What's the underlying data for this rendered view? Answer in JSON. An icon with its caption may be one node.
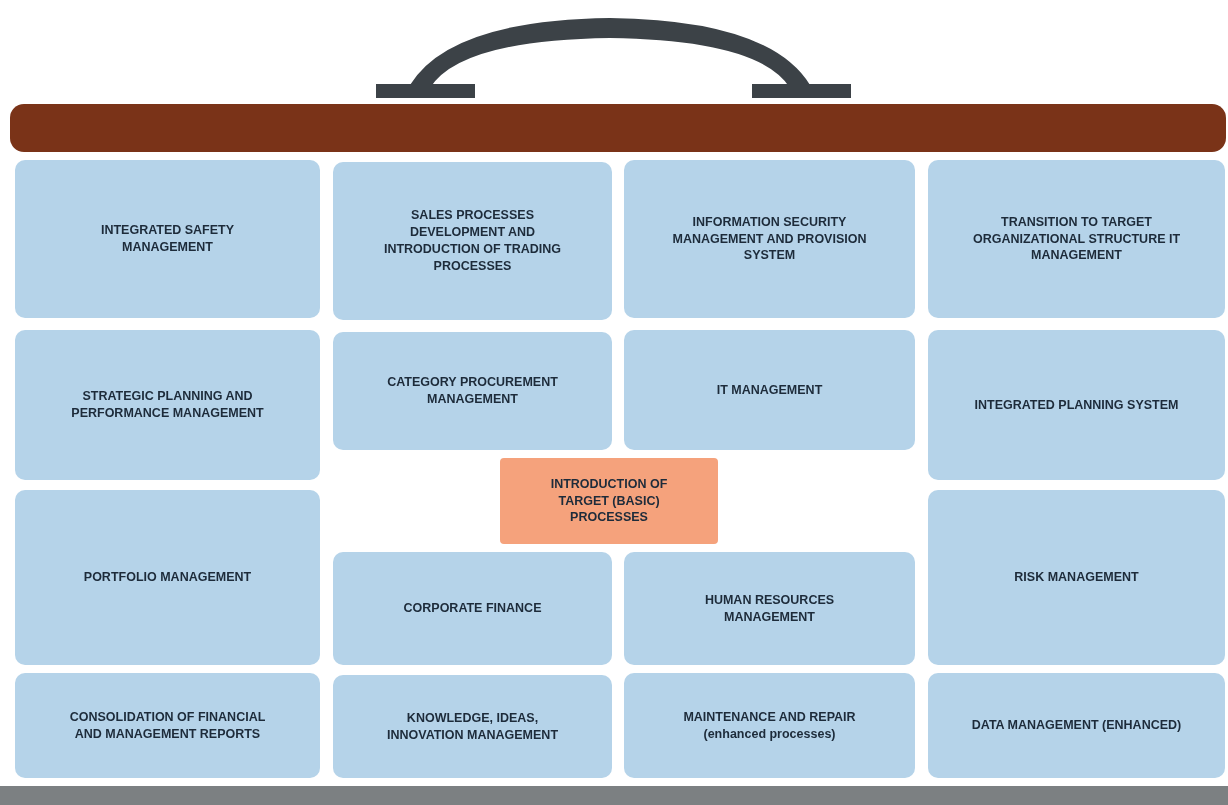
{
  "diagram": {
    "nodes": [
      {
        "text": [
          "INTEGRATED SAFETY MANAGEMENT"
        ]
      },
      {
        "text": [
          "SALES PROCESSES DEVELOPMENT AND INTRODUCTION OF TRADING PROCESSES"
        ]
      },
      {
        "text": [
          "INFORMATION SECURITY MANAGEMENT AND PROVISION SYSTEM"
        ]
      },
      {
        "text": [
          "TRANSITION TO TARGET ORGANIZATIONAL STRUCTURE IT MANAGEMENT"
        ]
      },
      {
        "text": [
          "STRATEGIC PLANNING AND PERFORMANCE MANAGEMENT"
        ]
      },
      {
        "text": [
          "CATEGORY PROCUREMENT MANAGEMENT"
        ]
      },
      {
        "text": [
          "IT MANAGEMENT"
        ]
      },
      {
        "text": [
          "INTEGRATED PLANNING SYSTEM"
        ]
      },
      {
        "text": [
          "INTRODUCTION OF TARGET (BASIC) PROCESSES"
        ]
      },
      {
        "text": [
          "PORTFOLIO MANAGEMENT"
        ]
      },
      {
        "text": [
          "CORPORATE FINANCE"
        ]
      },
      {
        "text": [
          "HUMAN RESOURCES MANAGEMENT"
        ]
      },
      {
        "text": [
          "RISK MANAGEMENT"
        ]
      },
      {
        "text": [
          "CONSOLIDATION OF FINANCIAL AND MANAGEMENT REPORTS"
        ]
      },
      {
        "text": [
          "KNOWLEDGE, IDEAS, INNOVATION MANAGEMENT"
        ]
      },
      {
        "text": [
          "MAINTENANCE AND REPAIR (enhanced processes)"
        ]
      },
      {
        "text": [
          "DATA MANAGEMENT (ENHANCED)"
        ]
      }
    ]
  }
}
